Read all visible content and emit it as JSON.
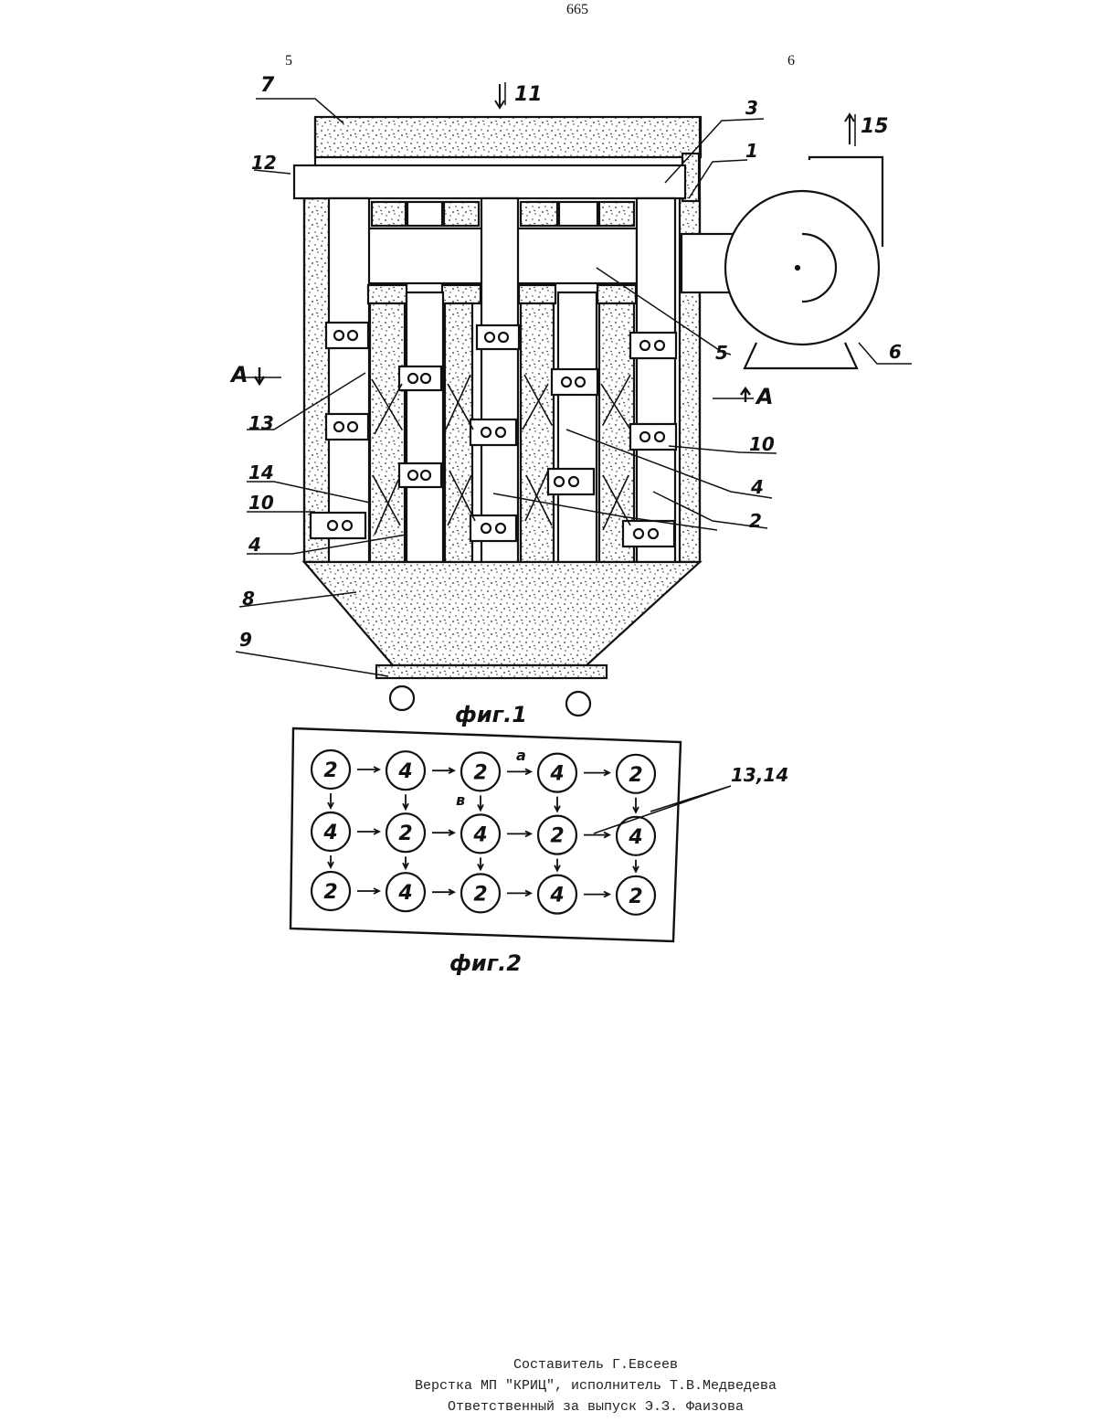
{
  "page_number": "665",
  "column_left": "5",
  "column_right": "6",
  "figure1": {
    "caption": "фиг.1",
    "labels": {
      "l1": "1",
      "l2": "2",
      "l3": "3",
      "l4a": "4",
      "l4b": "4",
      "l5": "5",
      "l6": "6",
      "l7": "7",
      "l8": "8",
      "l9": "9",
      "l10a": "10",
      "l10b": "10",
      "l11": "11",
      "l12": "12",
      "l13": "13",
      "l14": "14",
      "l15": "15",
      "secA1": "A",
      "secA2": "A"
    }
  },
  "figure2": {
    "caption": "фиг.2",
    "grid": [
      [
        "2",
        "4",
        "2",
        "4",
        "2"
      ],
      [
        "4",
        "2",
        "4",
        "2",
        "4"
      ],
      [
        "2",
        "4",
        "2",
        "4",
        "2"
      ]
    ],
    "label_a": "a",
    "label_b": "в",
    "label_13_14": "13,14"
  },
  "footer": {
    "compiler": "Составитель Г.Евсеев",
    "layout": "Верстка МП \"КРИЦ\", исполнитель Т.В.Медведева",
    "responsible": "Ответственный за выпуск Э.З. Фаизова"
  }
}
